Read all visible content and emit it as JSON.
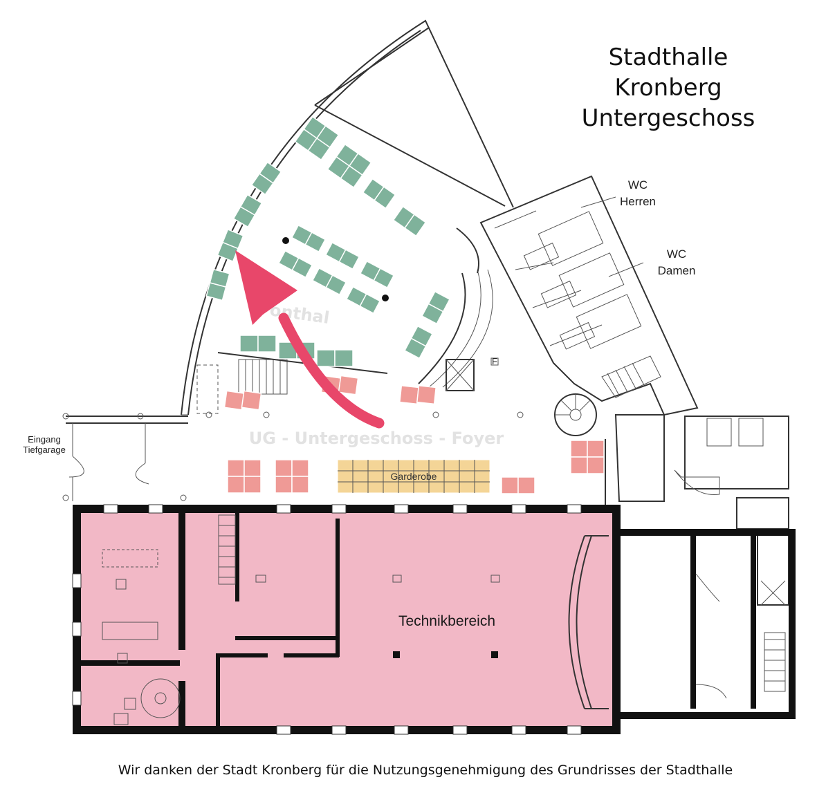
{
  "title": {
    "line1": "Stadthalle",
    "line2": "Kronberg",
    "line3": "Untergeschoss"
  },
  "labels": {
    "wc_herren_1": "WC",
    "wc_herren_2": "Herren",
    "wc_damen_1": "WC",
    "wc_damen_2": "Damen",
    "eingang_1": "Eingang",
    "eingang_2": "Tiefgarage",
    "foyer": "UG - Untergeschoss - Foyer",
    "hall": "onthal",
    "garderobe": "Garderobe",
    "technik": "Technikbereich",
    "f_marker": "F"
  },
  "footer": "Wir danken der Stadt Kronberg für die Nutzungsgenehmigung des Grundrisses der Stadthalle",
  "colors": {
    "green_tables": "#7fb29b",
    "salmon_tables": "#ef9a96",
    "garderobe": "#f4d597",
    "technik_area": "#f2b8c6",
    "arrow": "#e8476a",
    "walls": "#111111"
  }
}
